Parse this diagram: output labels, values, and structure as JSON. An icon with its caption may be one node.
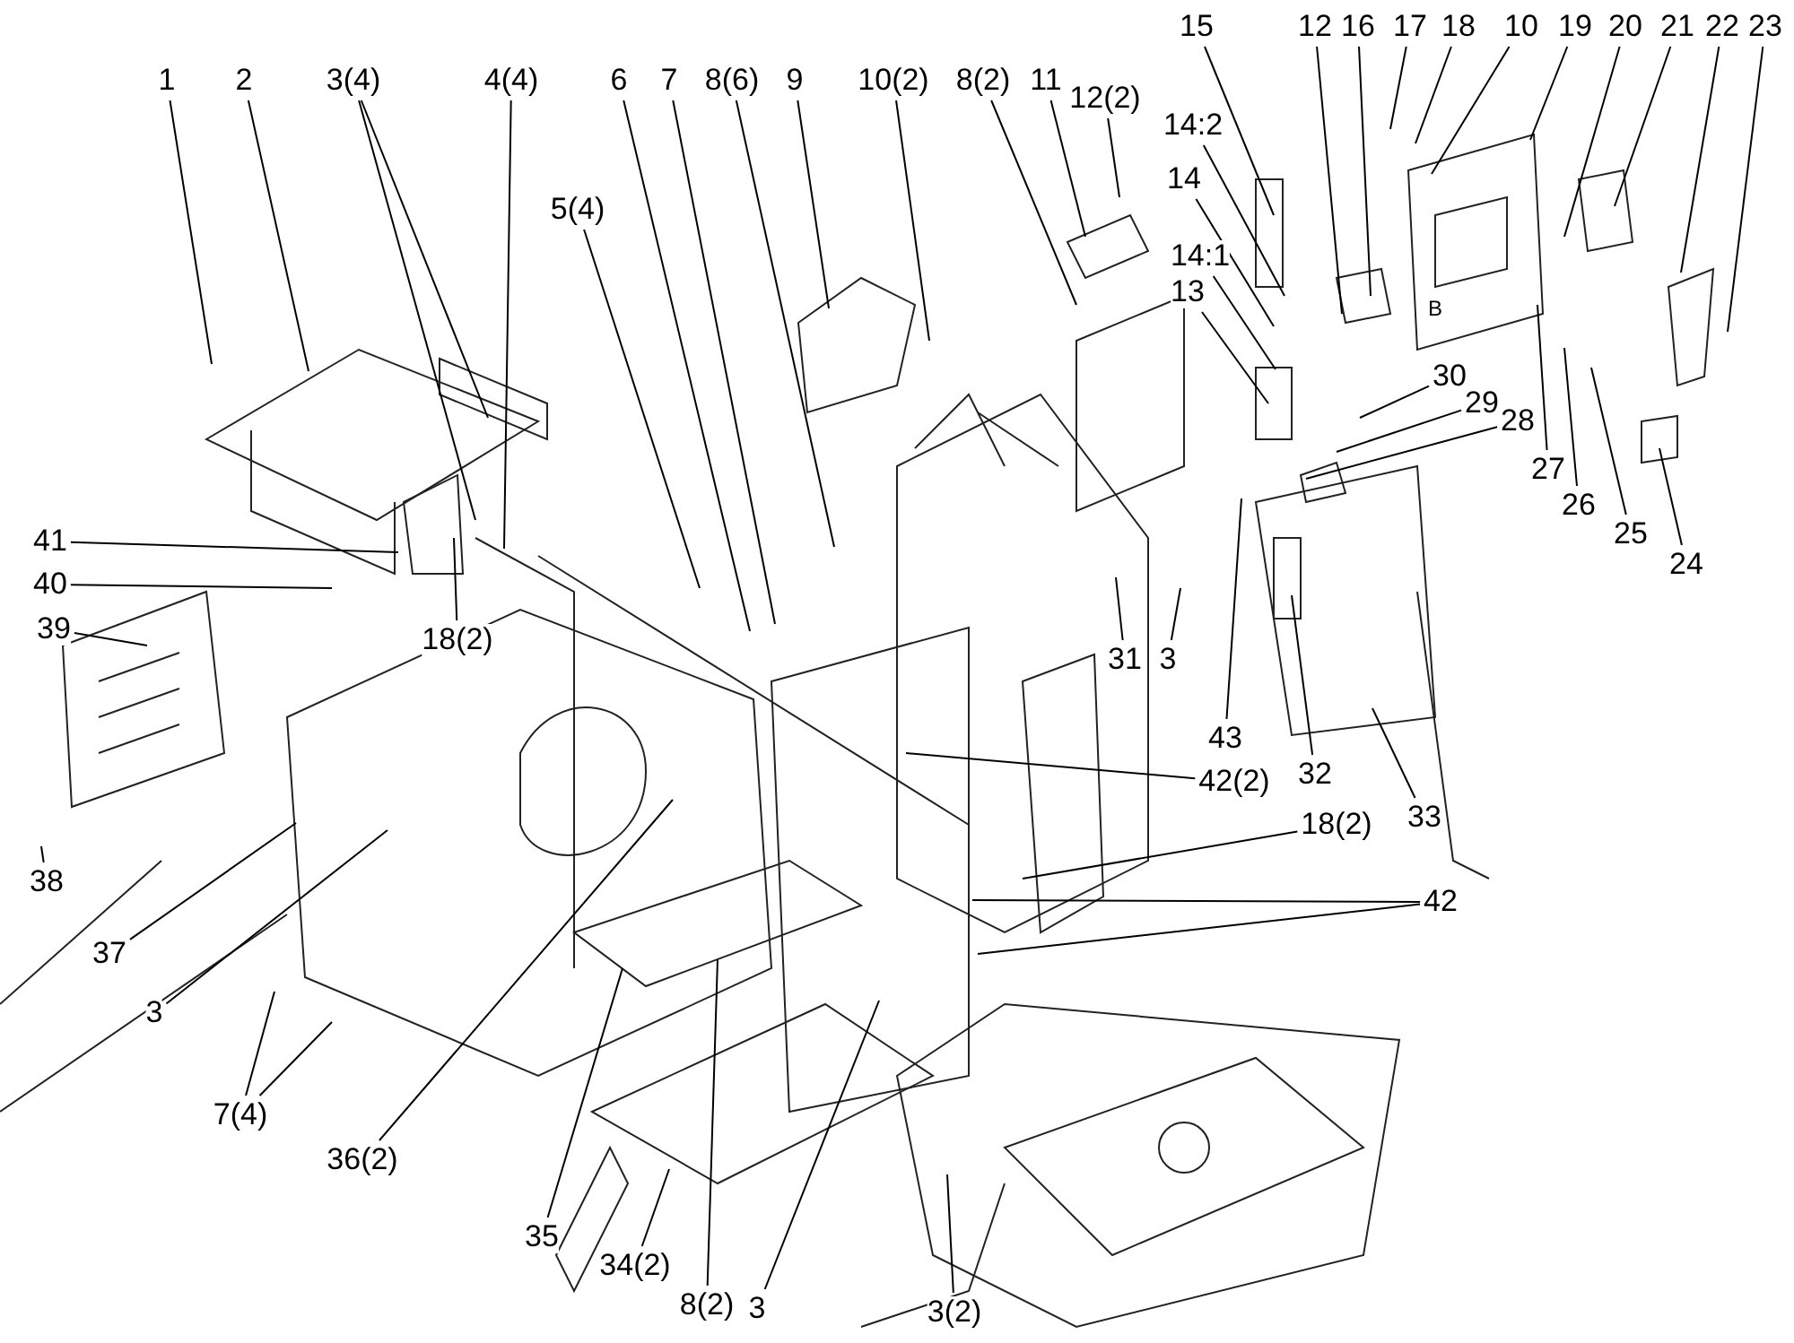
{
  "diagram": {
    "nodes": [
      {
        "text": [
          "1"
        ]
      },
      {
        "text": [
          "2"
        ]
      },
      {
        "text": [
          "3(4)"
        ]
      },
      {
        "text": [
          "4(4)"
        ]
      },
      {
        "text": [
          "5(4)"
        ]
      },
      {
        "text": [
          "6"
        ]
      },
      {
        "text": [
          "7"
        ]
      },
      {
        "text": [
          "8(6)"
        ]
      },
      {
        "text": [
          "9"
        ]
      },
      {
        "text": [
          "10(2)"
        ]
      },
      {
        "text": [
          "8(2)"
        ]
      },
      {
        "text": [
          "11"
        ]
      },
      {
        "text": [
          "12(2)"
        ]
      },
      {
        "text": [
          "15"
        ]
      },
      {
        "text": [
          "14:2"
        ]
      },
      {
        "text": [
          "14"
        ]
      },
      {
        "text": [
          "14:1"
        ]
      },
      {
        "text": [
          "13"
        ]
      },
      {
        "text": [
          "12"
        ]
      },
      {
        "text": [
          "16"
        ]
      },
      {
        "text": [
          "17"
        ]
      },
      {
        "text": [
          "18"
        ]
      },
      {
        "text": [
          "10"
        ]
      },
      {
        "text": [
          "19"
        ]
      },
      {
        "text": [
          "20"
        ]
      },
      {
        "text": [
          "21"
        ]
      },
      {
        "text": [
          "22"
        ]
      },
      {
        "text": [
          "23"
        ]
      },
      {
        "text": [
          "30"
        ]
      },
      {
        "text": [
          "29"
        ]
      },
      {
        "text": [
          "28"
        ]
      },
      {
        "text": [
          "27"
        ]
      },
      {
        "text": [
          "26"
        ]
      },
      {
        "text": [
          "25"
        ]
      },
      {
        "text": [
          "24"
        ]
      },
      {
        "text": [
          "41"
        ]
      },
      {
        "text": [
          "40"
        ]
      },
      {
        "text": [
          "39"
        ]
      },
      {
        "text": [
          "18(2)"
        ]
      },
      {
        "text": [
          "31"
        ]
      },
      {
        "text": [
          "3"
        ]
      },
      {
        "text": [
          "43"
        ]
      },
      {
        "text": [
          "32"
        ]
      },
      {
        "text": [
          "33"
        ]
      },
      {
        "text": [
          "42(2)"
        ]
      },
      {
        "text": [
          "18(2)"
        ]
      },
      {
        "text": [
          "42"
        ]
      },
      {
        "text": [
          "38"
        ]
      },
      {
        "text": [
          "37"
        ]
      },
      {
        "text": [
          "3"
        ]
      },
      {
        "text": [
          "7(4)"
        ]
      },
      {
        "text": [
          "36(2)"
        ]
      },
      {
        "text": [
          "35"
        ]
      },
      {
        "text": [
          "34(2)"
        ]
      },
      {
        "text": [
          "8(2)"
        ]
      },
      {
        "text": [
          "3"
        ]
      },
      {
        "text": [
          "3(2)"
        ]
      }
    ],
    "edges": [
      {
        "from": 0,
        "to": null,
        "arrow": "none"
      },
      {
        "from": 1,
        "to": null,
        "arrow": "none"
      },
      {
        "from": 2,
        "to": null,
        "arrow": "none"
      },
      {
        "from": 2,
        "to": null,
        "arrow": "none"
      },
      {
        "from": 3,
        "to": null,
        "arrow": "none"
      },
      {
        "from": 4,
        "to": null,
        "arrow": "none"
      },
      {
        "from": 5,
        "to": null,
        "arrow": "none"
      },
      {
        "from": 6,
        "to": null,
        "arrow": "none"
      },
      {
        "from": 7,
        "to": null,
        "arrow": "none"
      },
      {
        "from": 8,
        "to": null,
        "arrow": "none"
      },
      {
        "from": 9,
        "to": null,
        "arrow": "none"
      },
      {
        "from": 10,
        "to": null,
        "arrow": "none"
      },
      {
        "from": 11,
        "to": null,
        "arrow": "none"
      },
      {
        "from": 12,
        "to": null,
        "arrow": "none"
      },
      {
        "from": 13,
        "to": null,
        "arrow": "none"
      },
      {
        "from": 14,
        "to": null,
        "arrow": "none"
      },
      {
        "from": 15,
        "to": null,
        "arrow": "none"
      },
      {
        "from": 16,
        "to": null,
        "arrow": "none"
      },
      {
        "from": 17,
        "to": null,
        "arrow": "none"
      },
      {
        "from": 18,
        "to": null,
        "arrow": "none"
      },
      {
        "from": 19,
        "to": null,
        "arrow": "none"
      },
      {
        "from": 20,
        "to": null,
        "arrow": "none"
      },
      {
        "from": 21,
        "to": null,
        "arrow": "none"
      },
      {
        "from": 22,
        "to": null,
        "arrow": "none"
      },
      {
        "from": 23,
        "to": null,
        "arrow": "none"
      },
      {
        "from": 24,
        "to": null,
        "arrow": "none"
      },
      {
        "from": 25,
        "to": null,
        "arrow": "none"
      },
      {
        "from": 26,
        "to": null,
        "arrow": "none"
      },
      {
        "from": 27,
        "to": null,
        "arrow": "none"
      },
      {
        "from": 28,
        "to": null,
        "arrow": "none"
      },
      {
        "from": 29,
        "to": null,
        "arrow": "none"
      },
      {
        "from": 30,
        "to": null,
        "arrow": "none"
      },
      {
        "from": 31,
        "to": null,
        "arrow": "none"
      },
      {
        "from": 32,
        "to": null,
        "arrow": "none"
      },
      {
        "from": 33,
        "to": null,
        "arrow": "none"
      },
      {
        "from": 34,
        "to": null,
        "arrow": "none"
      },
      {
        "from": 35,
        "to": null,
        "arrow": "none"
      },
      {
        "from": 36,
        "to": null,
        "arrow": "none"
      },
      {
        "from": 37,
        "to": null,
        "arrow": "none"
      },
      {
        "from": 38,
        "to": null,
        "arrow": "none"
      },
      {
        "from": 39,
        "to": null,
        "arrow": "none"
      },
      {
        "from": 40,
        "to": null,
        "arrow": "none"
      },
      {
        "from": 41,
        "to": null,
        "arrow": "none"
      },
      {
        "from": 42,
        "to": null,
        "arrow": "none"
      },
      {
        "from": 43,
        "to": null,
        "arrow": "none"
      },
      {
        "from": 44,
        "to": null,
        "arrow": "none"
      },
      {
        "from": 45,
        "to": null,
        "arrow": "none"
      },
      {
        "from": 46,
        "to": null,
        "arrow": "none"
      },
      {
        "from": 46,
        "to": null,
        "arrow": "none"
      },
      {
        "from": 47,
        "to": null,
        "arrow": "none"
      },
      {
        "from": 48,
        "to": null,
        "arrow": "none"
      },
      {
        "from": 49,
        "to": null,
        "arrow": "none"
      },
      {
        "from": 50,
        "to": null,
        "arrow": "none"
      },
      {
        "from": 50,
        "to": null,
        "arrow": "none"
      },
      {
        "from": 51,
        "to": null,
        "arrow": "none"
      },
      {
        "from": 52,
        "to": null,
        "arrow": "none"
      },
      {
        "from": 53,
        "to": null,
        "arrow": "none"
      },
      {
        "from": 54,
        "to": null,
        "arrow": "none"
      },
      {
        "from": 55,
        "to": null,
        "arrow": "none"
      },
      {
        "from": 56,
        "to": null,
        "arrow": "none"
      }
    ],
    "labels": [
      "B"
    ]
  }
}
